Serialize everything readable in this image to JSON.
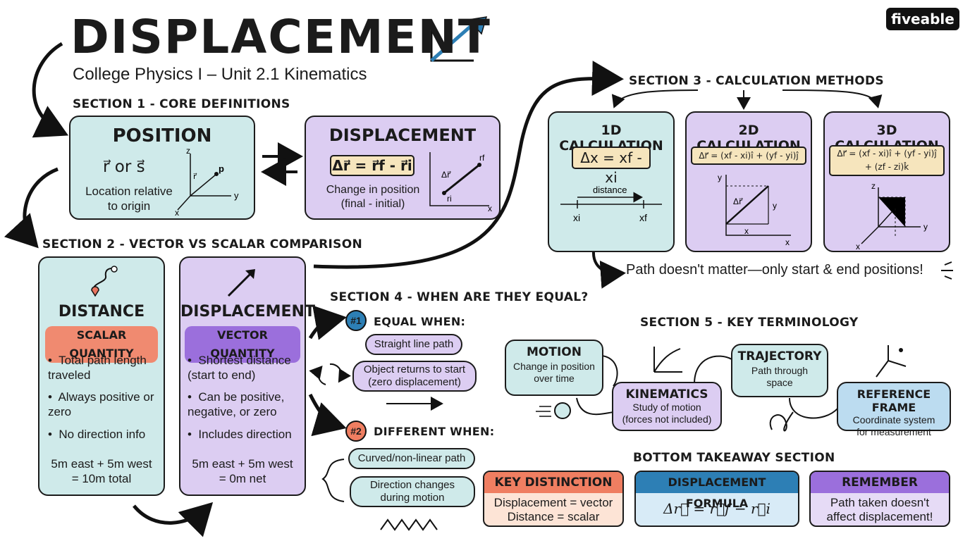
{
  "header": {
    "title": "DISPLACEMENT",
    "subtitle": "College Physics I – Unit 2.1 Kinematics",
    "logo": "fiveable"
  },
  "section1": {
    "heading": "SECTION 1 - CORE DEFINITIONS",
    "position": {
      "title": "POSITION",
      "symbol": "r⃗ or s⃗",
      "desc1": "Location relative",
      "desc2": "to origin",
      "axes": {
        "z": "z",
        "y": "y",
        "x": "x",
        "p": "p",
        "r": "r⃗"
      }
    },
    "displacement": {
      "title": "DISPLACEMENT",
      "formula": "Δr⃗ = r⃗f - r⃗i",
      "desc1": "Change in position",
      "desc2": "(final - initial)",
      "axes": {
        "dr": "Δr⃗",
        "rf": "rf",
        "ri": "ri",
        "x": "x"
      }
    }
  },
  "section2": {
    "heading": "SECTION 2 - VECTOR VS SCALAR COMPARISON",
    "distance": {
      "title": "DISTANCE",
      "tag": "SCALAR QUANTITY",
      "bullets": [
        "Total path length traveled",
        "Always positive or zero",
        "No direction info"
      ],
      "example1": "5m east + 5m west",
      "example2": "= 10m total"
    },
    "displacement": {
      "title": "DISPLACEMENT",
      "tag": "VECTOR QUANTITY",
      "bullets": [
        "Shortest distance (start to end)",
        "Can be positive, negative, or zero",
        "Includes direction"
      ],
      "example1": "5m east + 5m west",
      "example2": "= 0m net"
    }
  },
  "section3": {
    "heading": "SECTION 3 - CALCULATION METHODS",
    "calc1d": {
      "title": "1D CALCULATION",
      "formula": "Δx = xf - xi",
      "distance": "distance",
      "xi": "xi",
      "xf": "xf"
    },
    "calc2d": {
      "title": "2D CALCULATION",
      "formula": "Δr⃗ = (xf - xi)î + (yf - yi)ĵ",
      "y": "y",
      "dr": "Δr⃗",
      "x": "x",
      "yl": "y",
      "xl": "x"
    },
    "calc3d": {
      "title": "3D CALCULATION",
      "formula1": "Δr⃗ = (xf - xi)î + (yf - yi)ĵ",
      "formula2": "+ (zf - zi)k̂",
      "z": "z",
      "y": "y",
      "x": "x"
    },
    "note": "Path doesn't matter—only start & end positions!"
  },
  "section4": {
    "heading": "SECTION 4 - WHEN ARE THEY EQUAL?",
    "equal": {
      "badge": "#1",
      "label": "EQUAL WHEN:",
      "items": [
        "Straight line path",
        "Object returns to start (zero displacement)"
      ]
    },
    "different": {
      "badge": "#2",
      "label": "DIFFERENT WHEN:",
      "items": [
        "Curved/non-linear path",
        "Direction changes during motion"
      ]
    }
  },
  "section5": {
    "heading": "SECTION 5 - KEY TERMINOLOGY",
    "motion": {
      "title": "MOTION",
      "desc": "Change in position over time"
    },
    "kinematics": {
      "title": "KINEMATICS",
      "desc": "Study of motion (forces not included)"
    },
    "trajectory": {
      "title": "TRAJECTORY",
      "desc": "Path through space"
    },
    "reference": {
      "title": "REFERENCE FRAME",
      "desc": "Coordinate system for measurement"
    }
  },
  "takeaway": {
    "heading": "BOTTOM TAKEAWAY SECTION",
    "key": {
      "title": "KEY DISTINCTION",
      "line1": "Displacement = vector",
      "line2": "Distance = scalar"
    },
    "formula": {
      "title": "DISPLACEMENT FORMULA",
      "expr": "Δr⃗ = r⃗f − r⃗i"
    },
    "remember": {
      "title": "REMEMBER",
      "line1": "Path taken doesn't",
      "line2": "affect displacement!"
    }
  },
  "colors": {
    "teal": "#cfeaea",
    "lavender": "#dccdf2",
    "formula": "#f6e5bd",
    "scalar": "#f08a70",
    "vector": "#9b6fdc",
    "blue": "#2d7fb5",
    "orange": "#ef7e61"
  }
}
